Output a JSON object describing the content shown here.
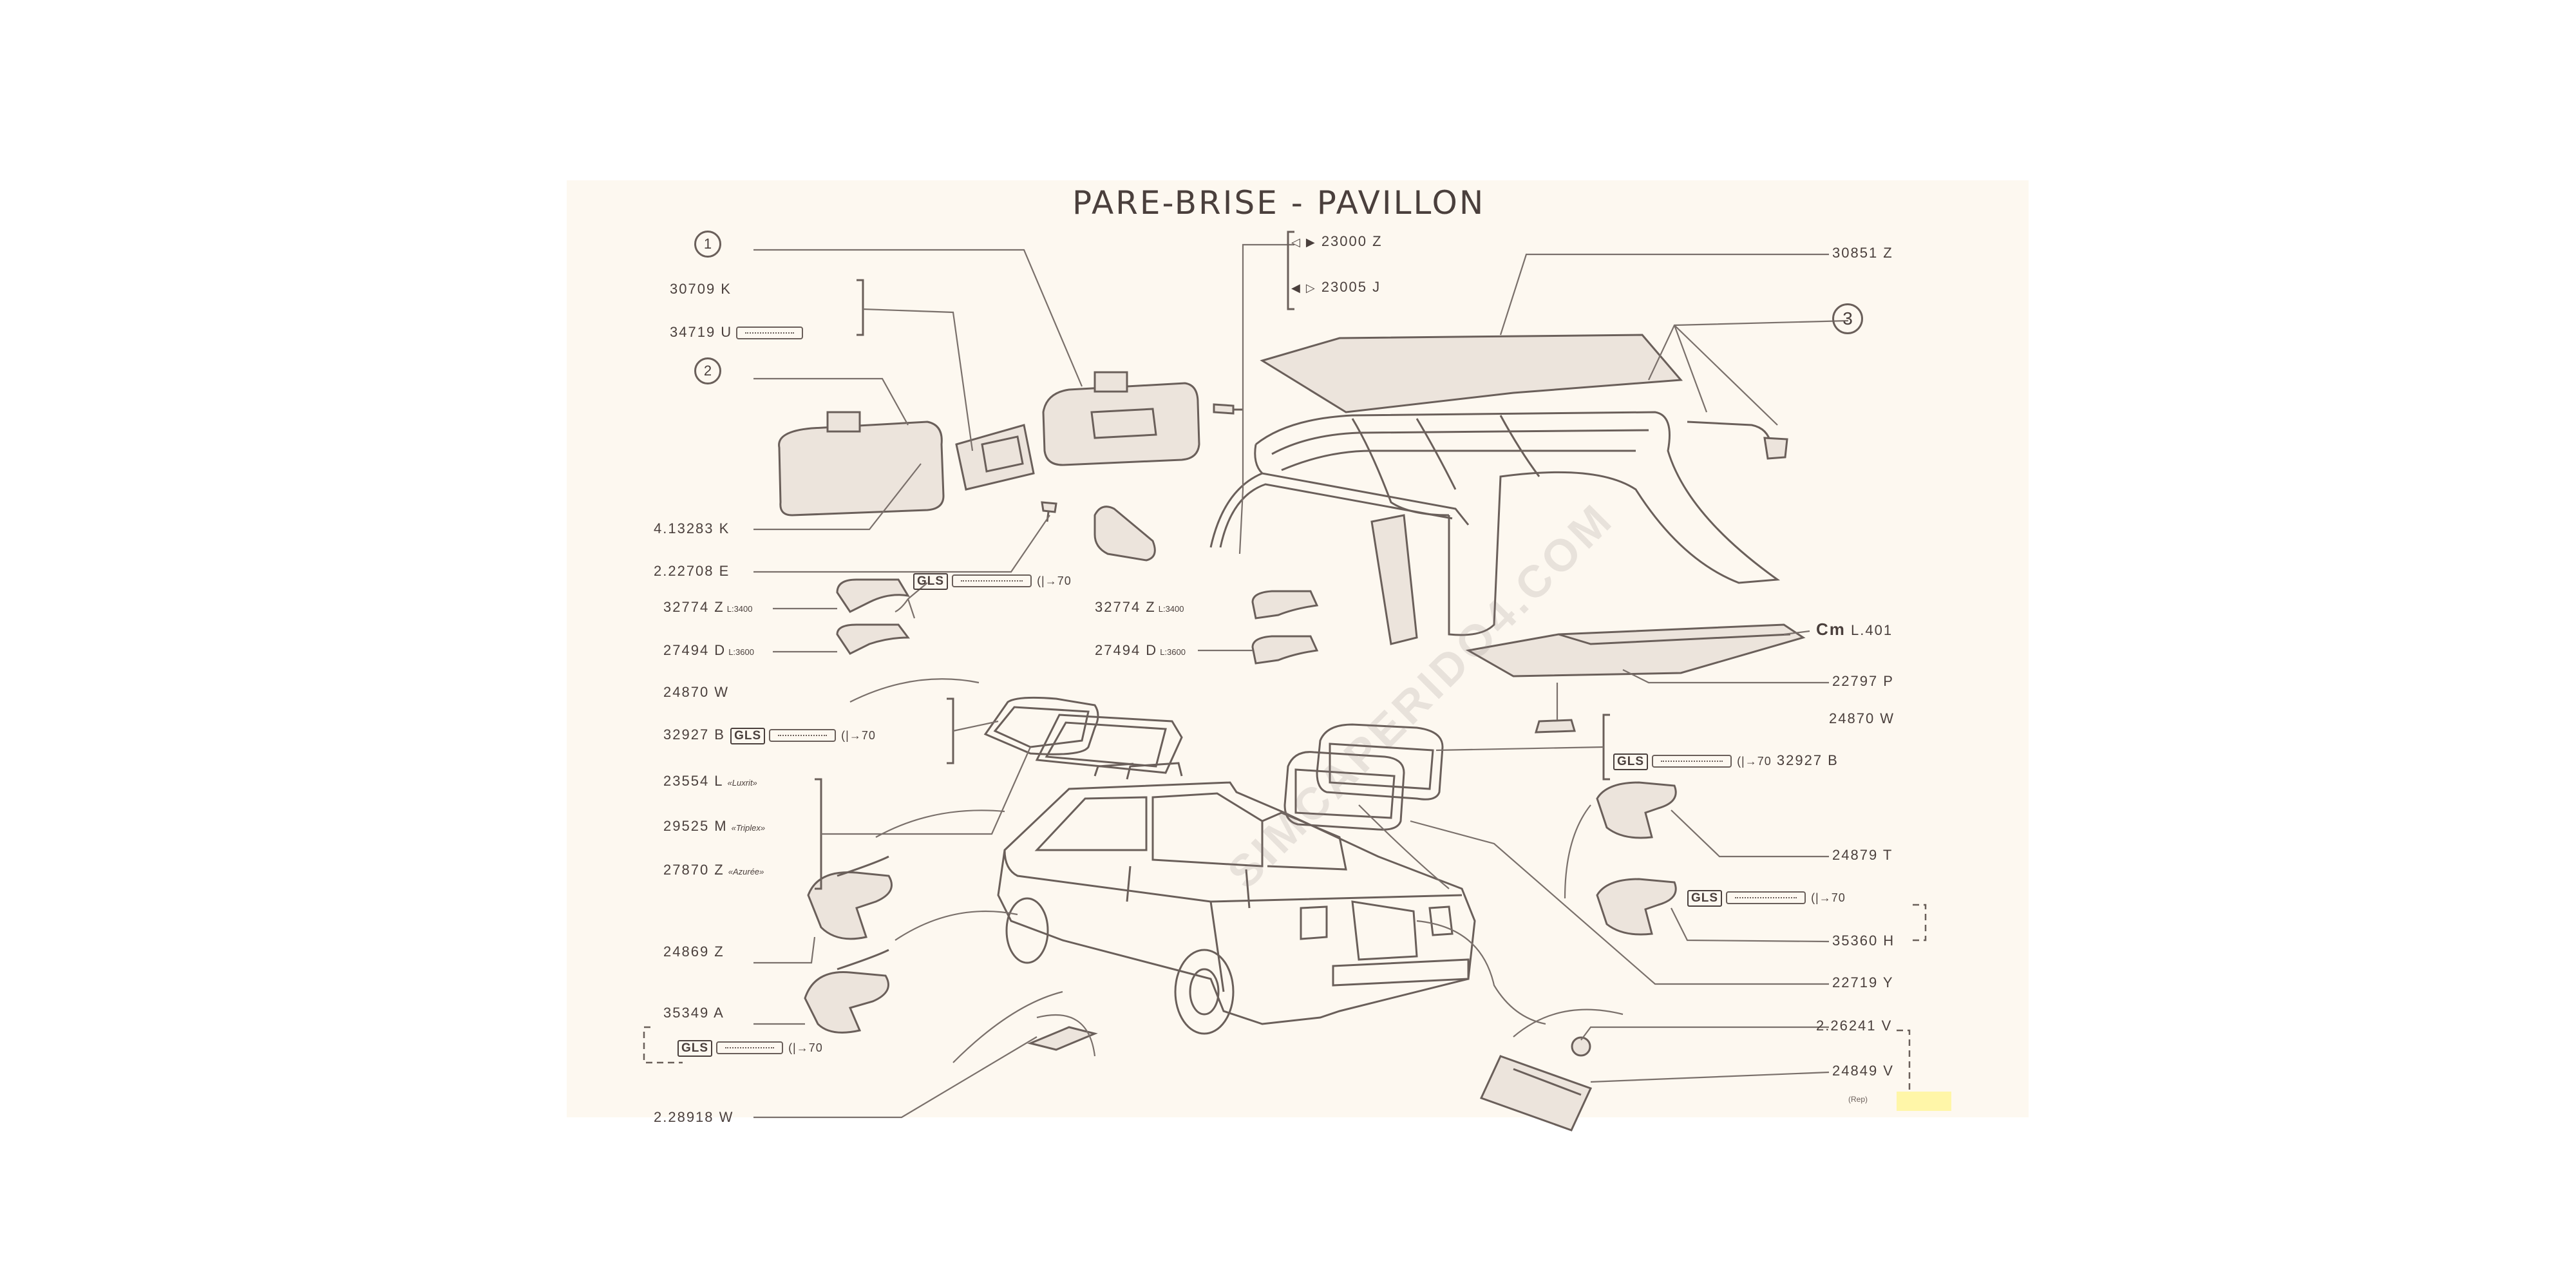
{
  "title": "PARE-BRISE - PAVILLON",
  "watermark": "SIMCAPERIDO4.COM",
  "footnote": "(Rep)",
  "callouts": {
    "c1": "1",
    "c2": "2",
    "c3": "3"
  },
  "badges": {
    "gls": "GLS",
    "gls_range": "(|→70"
  },
  "labels": {
    "l30709": "30709 K",
    "l34719": "34719 U",
    "l413283": "4.13283 K",
    "l222708": "2.22708 E",
    "l32774a": "32774 Z",
    "l32774a_len": "L:3400",
    "l27494a": "27494 D",
    "l27494a_len": "L:3600",
    "l24870a": "24870 W",
    "l32927a": "32927 B",
    "l23554": "23554 L",
    "l23554_note": "«Luxrit»",
    "l29525": "29525 M",
    "l29525_note": "«Triplex»",
    "l27870": "27870 Z",
    "l27870_note": "«Azurée»",
    "l24869": "24869 Z",
    "l35349": "35349 A",
    "l228918": "2.28918 W",
    "l23000": "23000 Z",
    "l23005": "23005 J",
    "l32774b": "32774 Z",
    "l32774b_len": "L:3400",
    "l27494b": "27494 D",
    "l27494b_len": "L:3600",
    "l30851": "30851 Z",
    "cm": "Cm",
    "cm_ref": "L.401",
    "l22797": "22797 P",
    "l24870b": "24870 W",
    "l32927b": "32927 B",
    "l24879": "24879 T",
    "l35360": "35360 H",
    "l22719": "22719 Y",
    "l226241": "2.26241 V",
    "l24849": "24849 V"
  },
  "colors": {
    "ink": "#4a3f3c",
    "paper": "#fdf8f0",
    "line": "#6a5f5a"
  }
}
